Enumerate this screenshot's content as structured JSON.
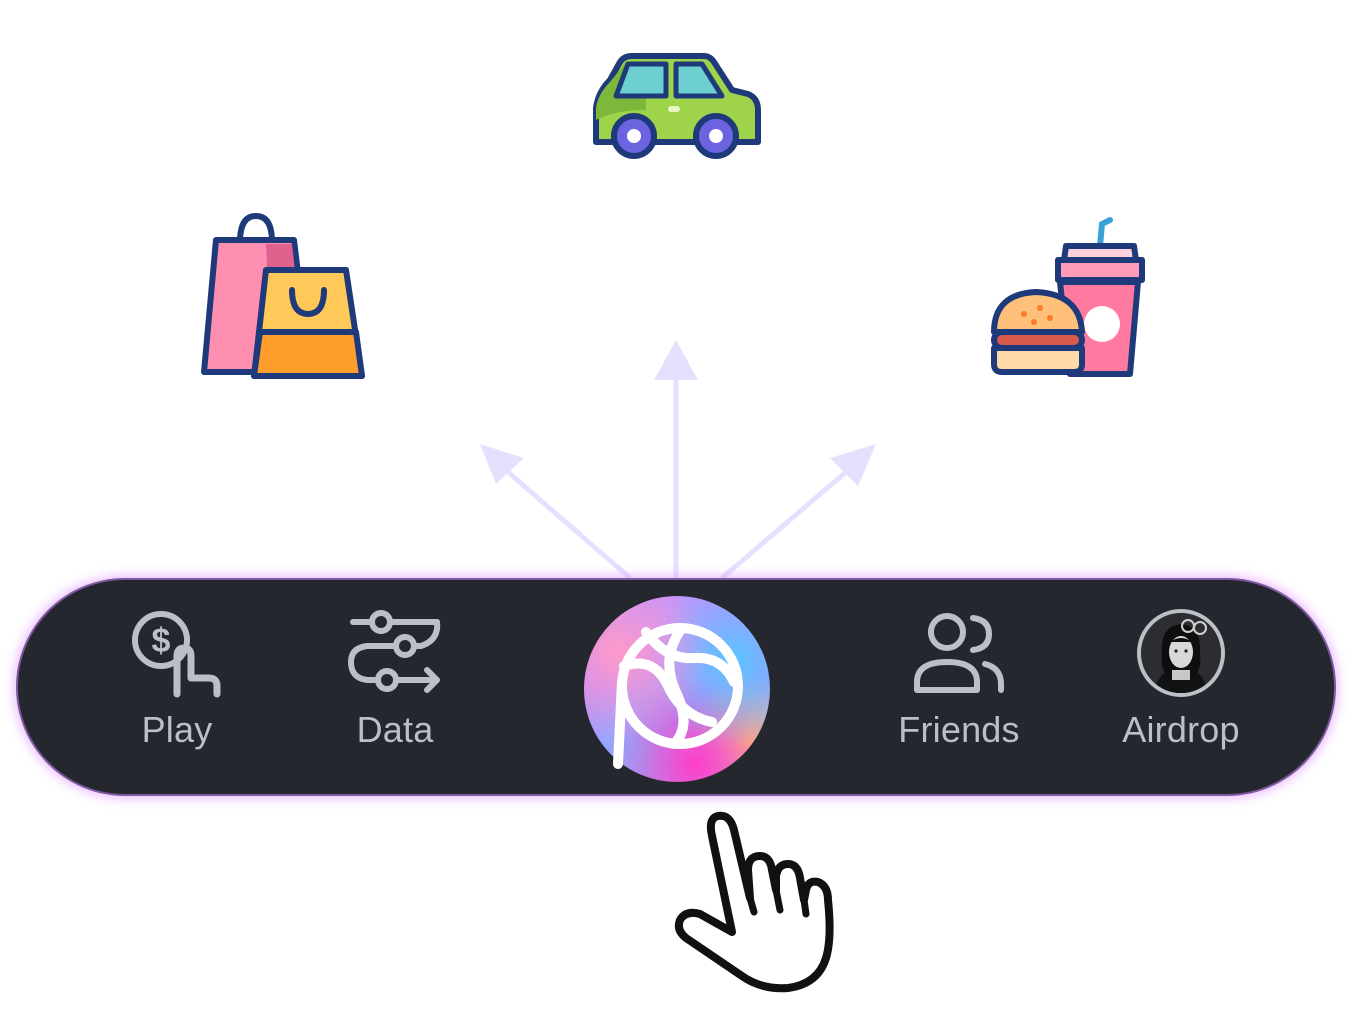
{
  "categories": [
    {
      "id": "car",
      "icon": "car-icon"
    },
    {
      "id": "shopping",
      "icon": "shopping-bags-icon"
    },
    {
      "id": "food",
      "icon": "burger-drink-icon"
    }
  ],
  "nav": {
    "play": {
      "label": "Play",
      "icon": "dollar-hand-icon"
    },
    "data": {
      "label": "Data",
      "icon": "sliders-icon"
    },
    "center": {
      "icon": "brand-logo-icon"
    },
    "friends": {
      "label": "Friends",
      "icon": "friends-icon"
    },
    "airdrop": {
      "label": "Airdrop",
      "icon": "avatar"
    }
  },
  "colors": {
    "navbar_bg": "#24272e",
    "nav_text": "#bcbfc6",
    "arrow": "#e6e0ff",
    "glow": "#d678ff"
  },
  "pointer": {
    "icon": "pointing-hand-icon"
  }
}
